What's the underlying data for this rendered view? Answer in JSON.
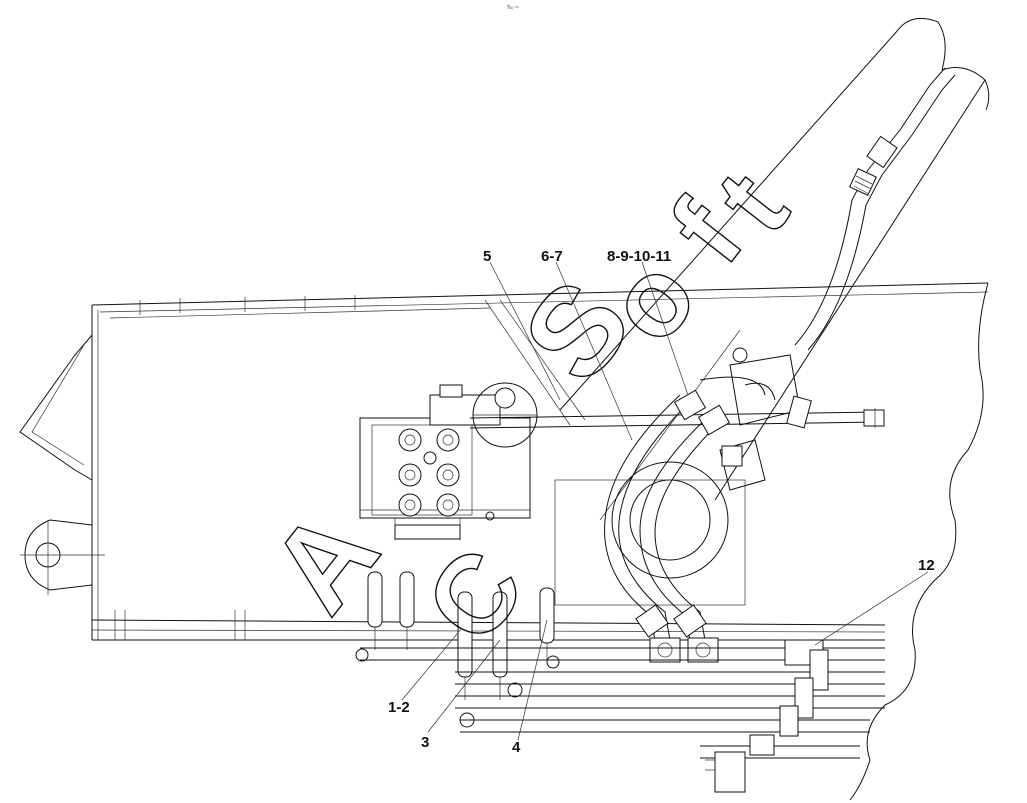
{
  "header_mark": "‰ ═",
  "callouts": [
    {
      "id": "c5",
      "label": "5"
    },
    {
      "id": "c6",
      "label": "6-7"
    },
    {
      "id": "c8",
      "label": "8-9-10-11"
    },
    {
      "id": "c12",
      "label": "12"
    },
    {
      "id": "c1",
      "label": "1-2"
    },
    {
      "id": "c3",
      "label": "3"
    },
    {
      "id": "c4",
      "label": "4"
    }
  ],
  "watermark": {
    "text": "ACSoft"
  }
}
